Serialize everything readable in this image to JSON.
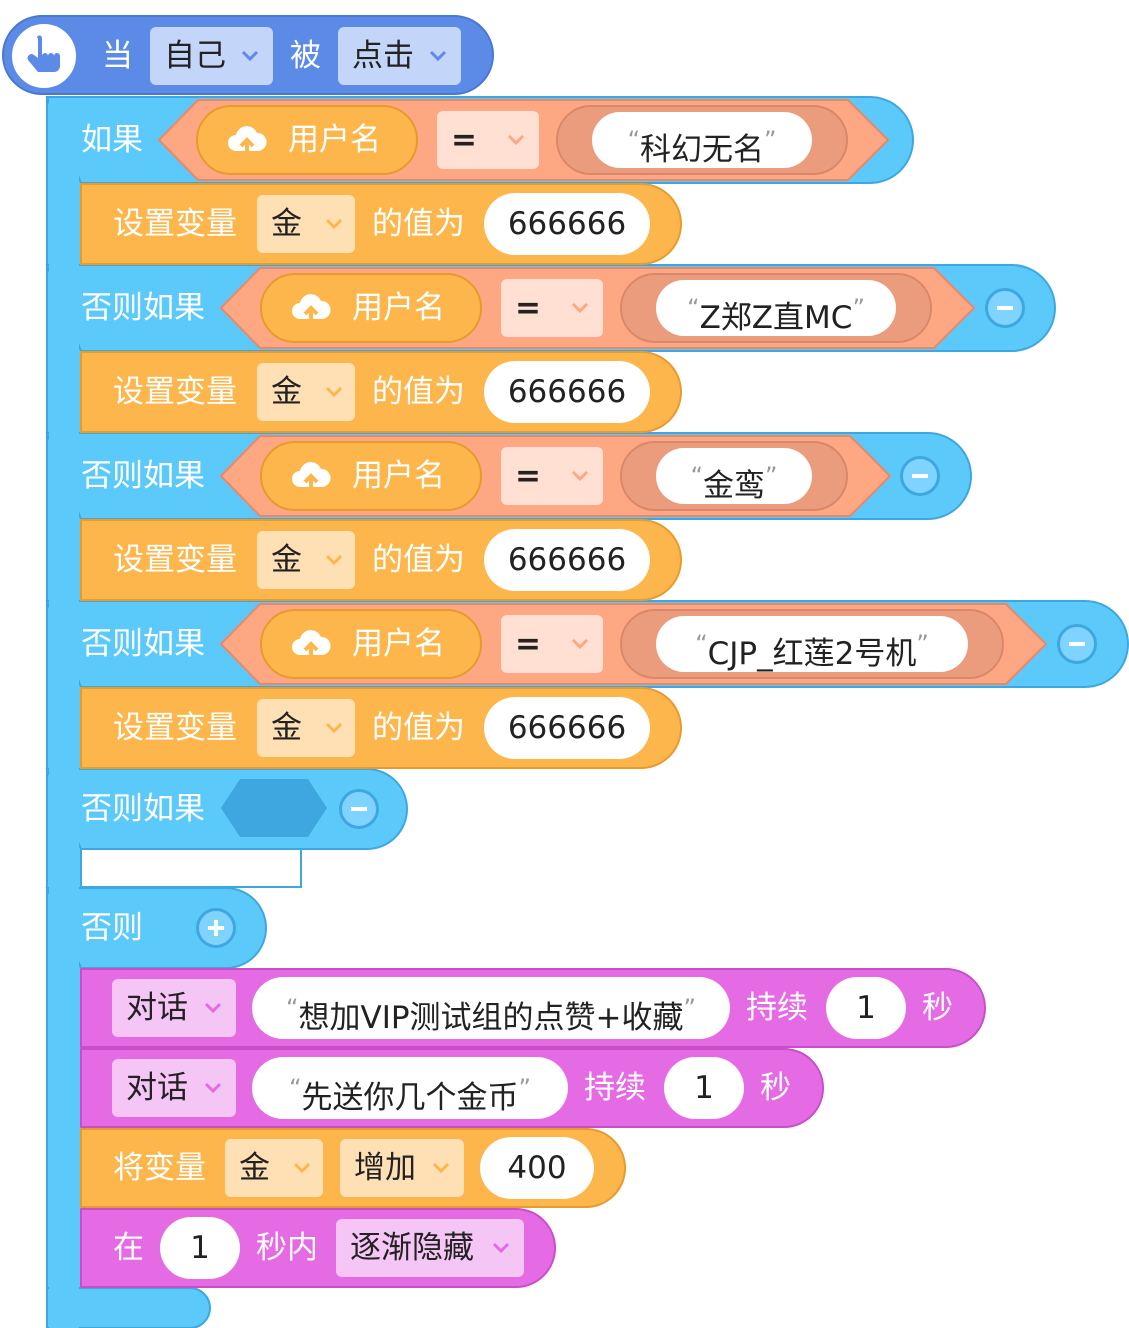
{
  "hat": {
    "when": "当",
    "target": "自己",
    "by": "被",
    "event": "点击",
    "icon": "pointer-hand-icon"
  },
  "if_block": {
    "if_label": "如果",
    "else_if_label": "否则如果",
    "else_label": "否则",
    "remove_icon": "minus-icon",
    "add_icon": "plus-icon"
  },
  "conditions": [
    {
      "variable": "用户名",
      "operator": "=",
      "value": "科幻无名",
      "icon": "cloud-upload-icon"
    },
    {
      "variable": "用户名",
      "operator": "=",
      "value": "Z郑Z直MC",
      "icon": "cloud-upload-icon"
    },
    {
      "variable": "用户名",
      "operator": "=",
      "value": "金鸾",
      "icon": "cloud-upload-icon"
    },
    {
      "variable": "用户名",
      "operator": "=",
      "value": "CJP_红莲2号机",
      "icon": "cloud-upload-icon"
    }
  ],
  "set_var": {
    "label": "设置变量",
    "var": "金",
    "value_label": "的值为",
    "value": "666666"
  },
  "say1": {
    "label": "对话",
    "text": "想加VIP测试组的点赞+收藏",
    "duration_label": "持续",
    "duration": "1",
    "unit": "秒"
  },
  "say2": {
    "label": "对话",
    "text": "先送你几个金币",
    "duration_label": "持续",
    "duration": "1",
    "unit": "秒"
  },
  "change_var": {
    "label": "将变量",
    "var": "金",
    "op": "增加",
    "value": "400"
  },
  "fade": {
    "label_in": "在",
    "duration": "1",
    "label_within": "秒内",
    "action": "逐渐隐藏"
  },
  "quote_open": "“",
  "quote_close": "”",
  "colors": {
    "control": "#5cc9fb",
    "control_dark": "#3ea7e0",
    "event": "#5b8be6",
    "operator": "#fda783",
    "operator_inner": "#eb9c7c",
    "variable": "#fdb64c",
    "looks": "#e56be5"
  }
}
